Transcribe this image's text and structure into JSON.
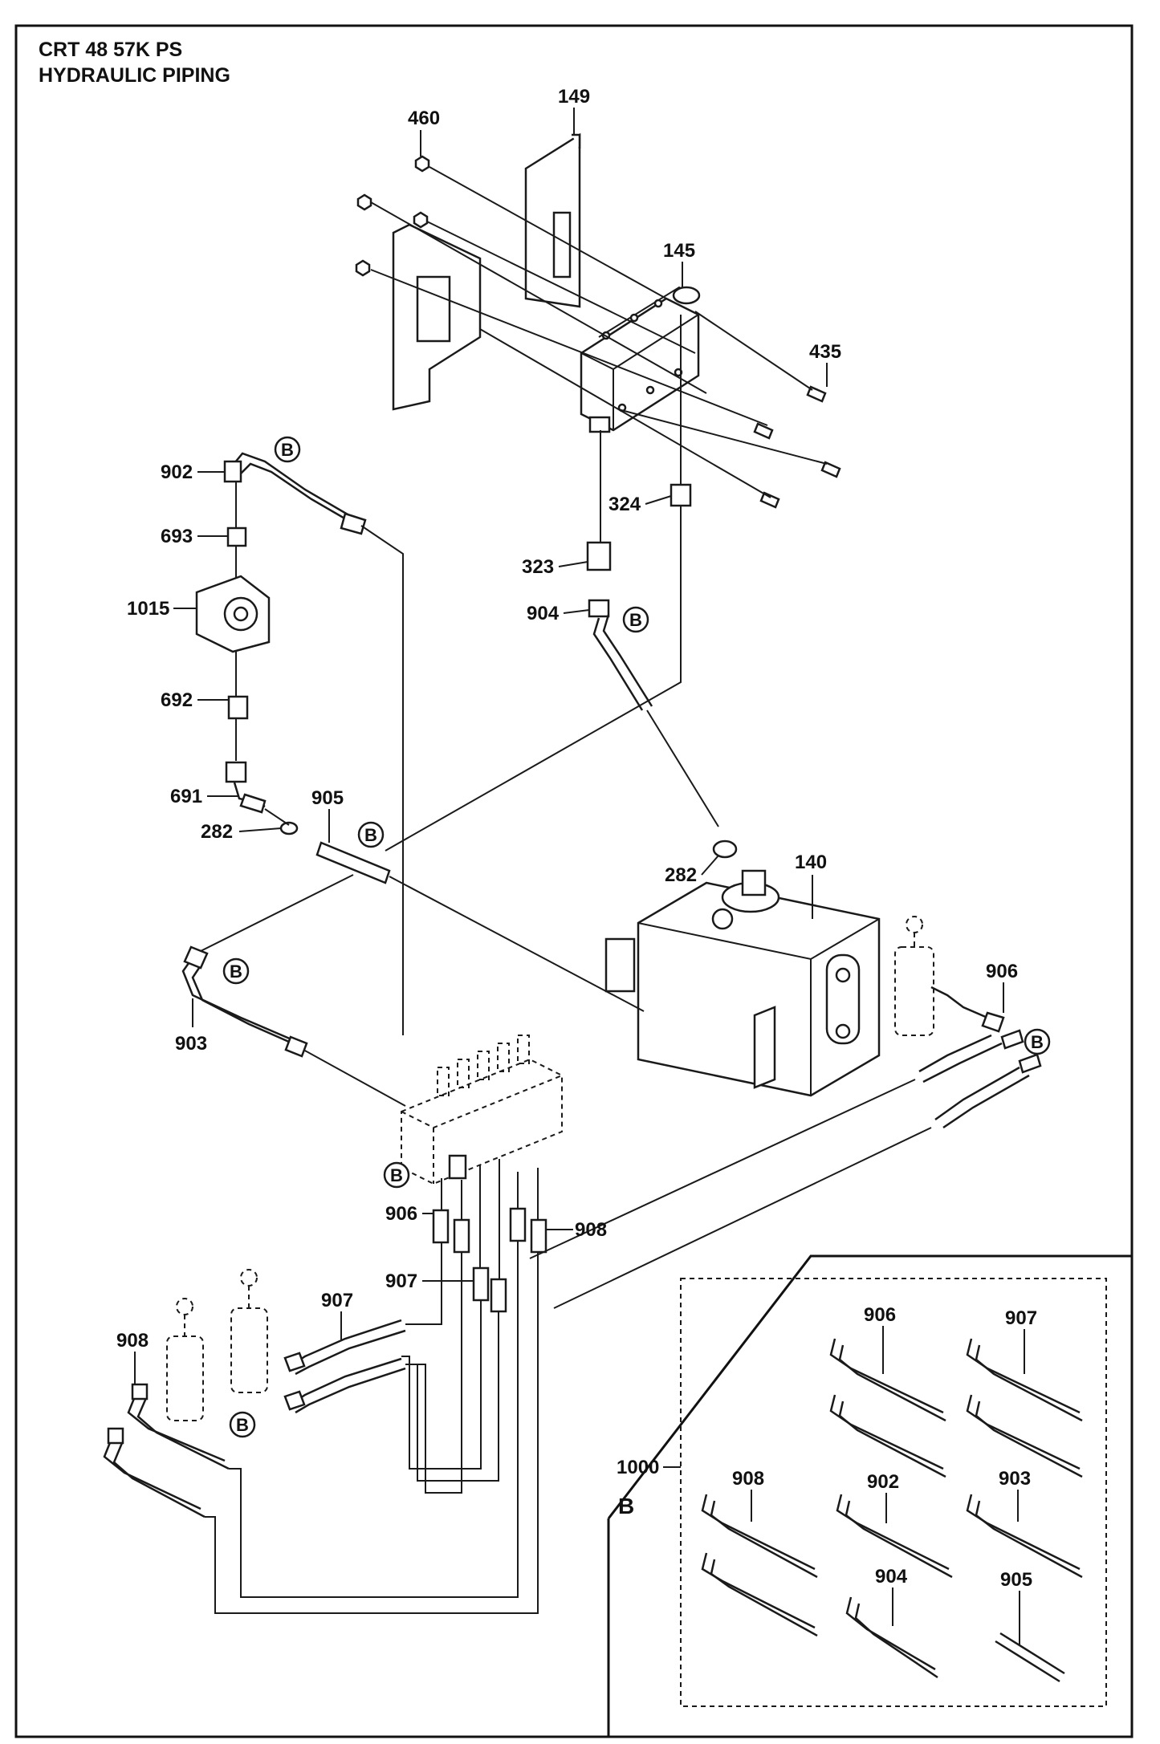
{
  "title": {
    "line1": "CRT 48 57K PS",
    "line2": "HYDRAULIC PIPING"
  },
  "callouts": {
    "c149": "149",
    "c460": "460",
    "c145": "145",
    "c435": "435",
    "c902": "902",
    "c693": "693",
    "c1015": "1015",
    "c692": "692",
    "c691": "691",
    "c905": "905",
    "c282a": "282",
    "c324": "324",
    "c323": "323",
    "c904": "904",
    "c282b": "282",
    "c140": "140",
    "c903": "903",
    "c906": "906",
    "c906b": "906",
    "c908b": "908",
    "c907b": "907",
    "c907": "907",
    "c908": "908"
  },
  "b_marker": "B",
  "inset": {
    "letter": "B",
    "kit": "1000",
    "items": {
      "i906": "906",
      "i907": "907",
      "i908": "908",
      "i902": "902",
      "i903": "903",
      "i904": "904",
      "i905": "905"
    }
  }
}
